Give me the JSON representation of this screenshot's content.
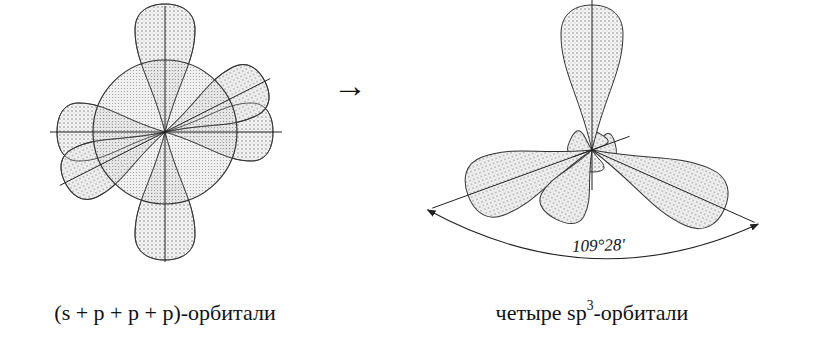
{
  "diagram": {
    "labels": [
      "(s + p + p + p)-орбитали",
      "→",
      "109°28'",
      "четыре sp3-орбитали"
    ]
  }
}
